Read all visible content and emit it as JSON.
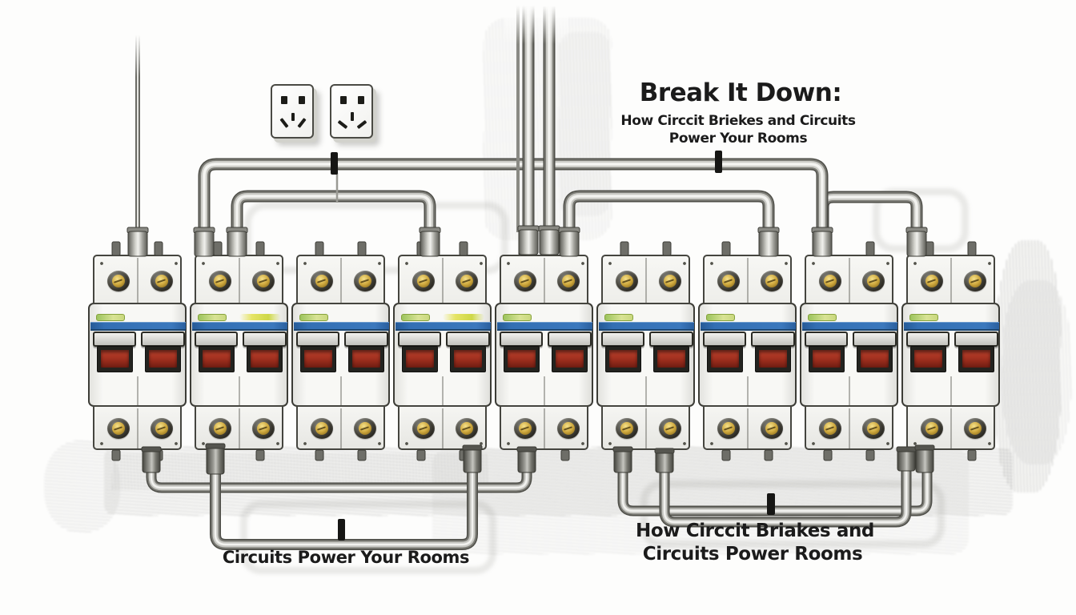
{
  "header": {
    "title": "Break It Down:",
    "subtitle_line1": "How Circcit Briekes and Circuits",
    "subtitle_line2": "Power Your Rooms"
  },
  "captions": {
    "bottom_left": "Circuits Power Your Rooms",
    "bottom_right_line1": "How Circcit Briakes and",
    "bottom_right_line2": "Circuits Power Rooms"
  },
  "panel": {
    "breaker_count": 9,
    "poles_per_breaker": 2,
    "units": [
      {
        "id": 1,
        "yellow_streak": false
      },
      {
        "id": 2,
        "yellow_streak": true
      },
      {
        "id": 3,
        "yellow_streak": false
      },
      {
        "id": 4,
        "yellow_streak": true
      },
      {
        "id": 5,
        "yellow_streak": false
      },
      {
        "id": 6,
        "yellow_streak": false
      },
      {
        "id": 7,
        "yellow_streak": false
      },
      {
        "id": 8,
        "yellow_streak": false
      },
      {
        "id": 9,
        "yellow_streak": false
      }
    ]
  },
  "outlets": {
    "count": 2,
    "style": "two square slots above three angled slots"
  },
  "colors": {
    "stripe_blue": "#336fb3",
    "handle_red": "#a63125",
    "label_green": "#9cc45e",
    "screw_brass": "#cfa93e",
    "conduit_gray": "#c9c9c4",
    "ink": "#1b1b1b",
    "background": "#fdfdfc"
  }
}
